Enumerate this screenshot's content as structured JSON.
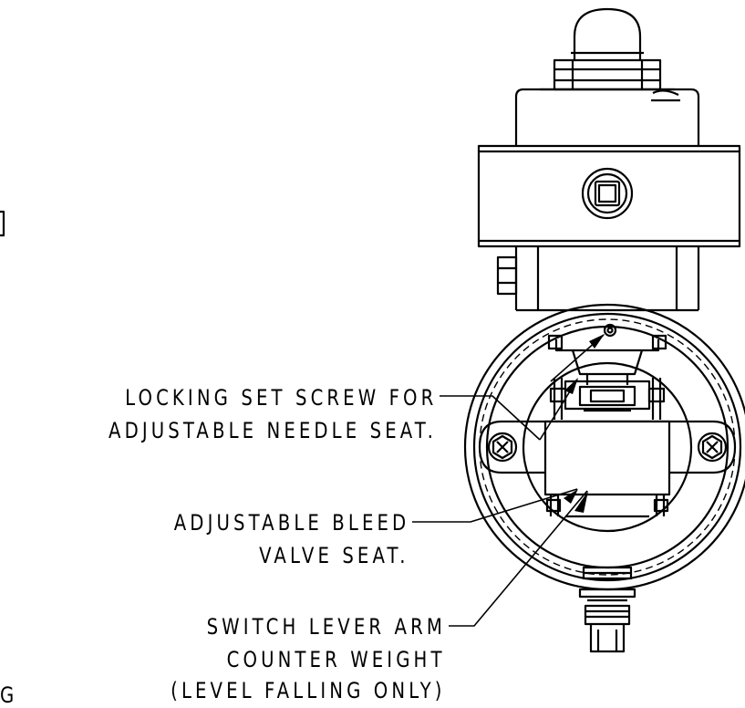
{
  "callouts": {
    "locking": {
      "line1": "LOCKING SET SCREW FOR",
      "line2": "ADJUSTABLE NEEDLE SEAT."
    },
    "bleed": {
      "line1": "ADJUSTABLE BLEED",
      "line2": "VALVE SEAT."
    },
    "lever": {
      "line1": "SWITCH LEVER ARM",
      "line2": "COUNTER WEIGHT",
      "line3": "(LEVEL FALLING ONLY)"
    },
    "edge_fragment": "G"
  },
  "colors": {
    "line": "#000000",
    "background": "#ffffff"
  }
}
